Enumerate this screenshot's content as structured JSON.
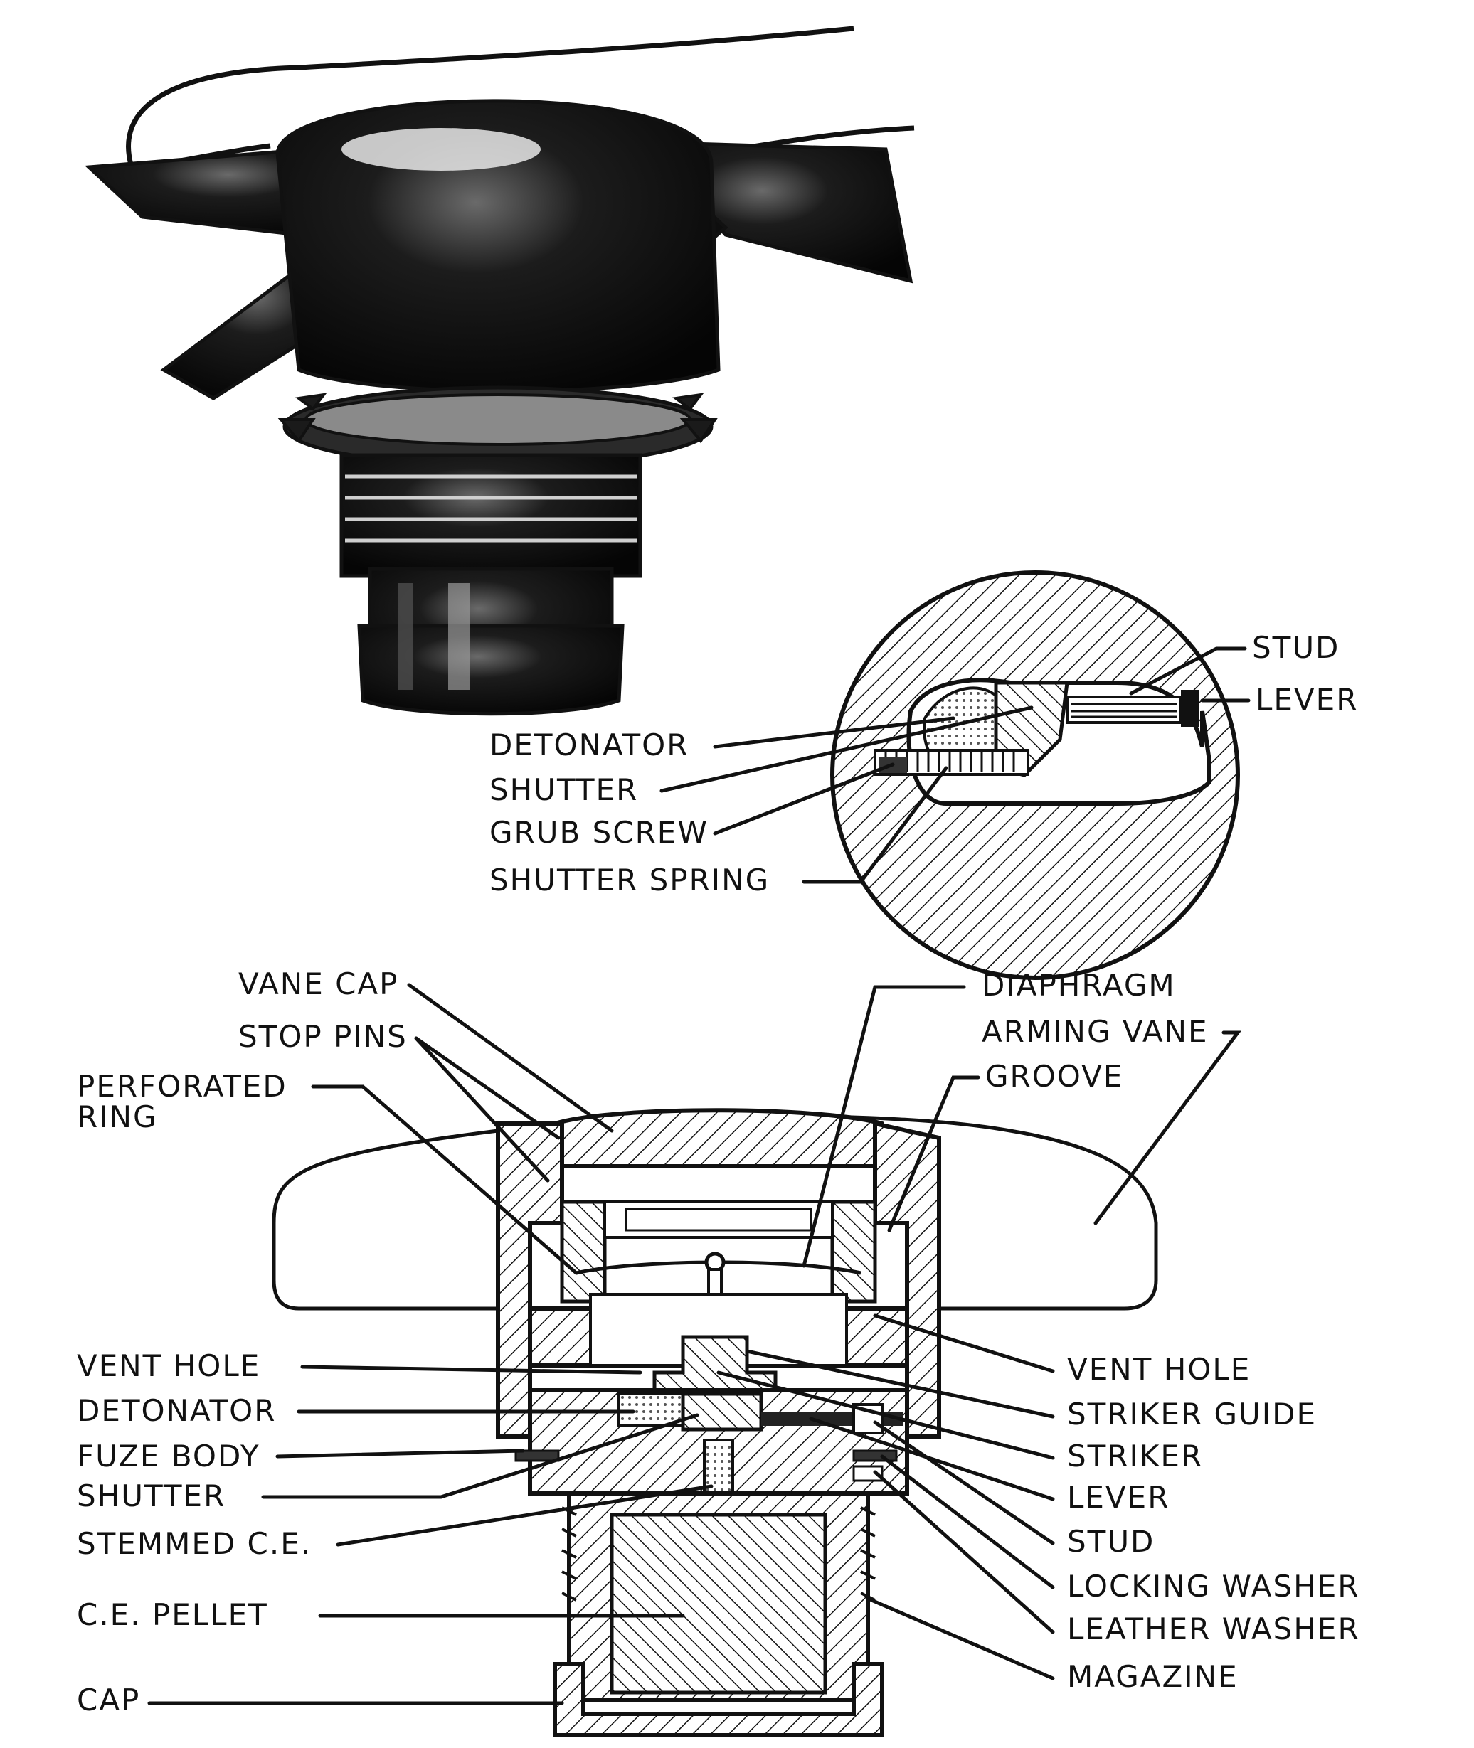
{
  "labels": {
    "inset": {
      "stud": "STUD",
      "lever": "LEVER",
      "detonator": "DETONATOR",
      "shutter": "SHUTTER",
      "grub_screw": "GRUB SCREW",
      "shutter_spring": "SHUTTER SPRING"
    },
    "section_left": {
      "vane_cap": "VANE CAP",
      "stop_pins": "STOP PINS",
      "perforated_ring_1": "PERFORATED",
      "perforated_ring_2": "RING",
      "vent_hole": "VENT HOLE",
      "detonator": "DETONATOR",
      "fuze_body": "FUZE BODY",
      "shutter": "SHUTTER",
      "stemmed_ce": "STEMMED C.E.",
      "ce_pellet": "C.E. PELLET",
      "cap": "CAP"
    },
    "section_right": {
      "diaphragm": "DIAPHRAGM",
      "arming_vane": "ARMING VANE",
      "groove": "GROOVE",
      "vent_hole": "VENT HOLE",
      "striker_guide": "STRIKER GUIDE",
      "striker": "STRIKER",
      "lever": "LEVER",
      "stud": "STUD",
      "locking_washer": "LOCKING WASHER",
      "leather_washer": "LEATHER WASHER",
      "magazine": "MAGAZINE"
    }
  },
  "colors": {
    "ink": "#111111",
    "paper": "#ffffff"
  }
}
